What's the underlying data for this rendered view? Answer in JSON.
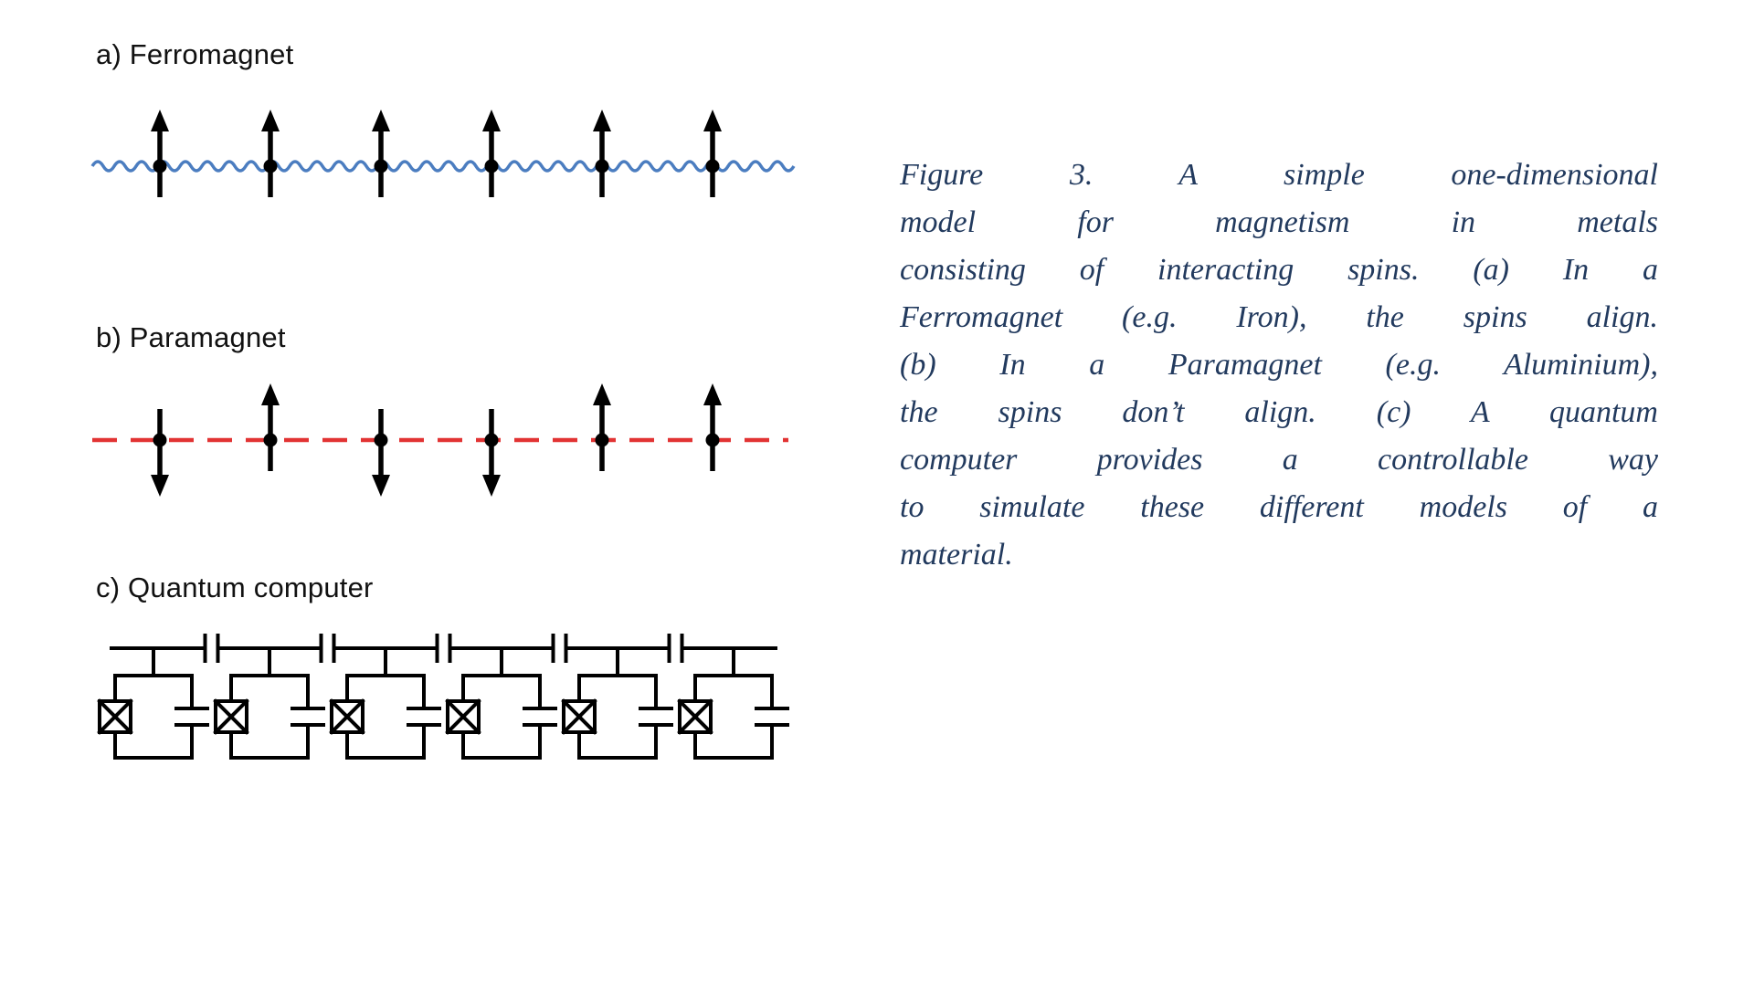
{
  "page": {
    "background": "#ffffff"
  },
  "panels": {
    "a": {
      "label": "a) Ferromagnet",
      "line_style": "wavy",
      "line_color": "#4b7dc0",
      "spin_color": "#000000",
      "spins": [
        "up",
        "up",
        "up",
        "up",
        "up",
        "up"
      ]
    },
    "b": {
      "label": "b) Paramagnet",
      "line_style": "dashed",
      "line_color": "#e23333",
      "spin_color": "#000000",
      "spins": [
        "down",
        "up",
        "down",
        "down",
        "up",
        "up"
      ]
    },
    "c": {
      "label": "c) Quantum computer",
      "qubit_count": 6,
      "wire_color": "#000000",
      "components": [
        "josephson-junction",
        "shunt-capacitor",
        "coupling-capacitor"
      ]
    }
  },
  "caption": {
    "color": "#223a5e",
    "lines": [
      "Figure 3. A simple one-dimensional",
      "model for magnetism in metals",
      "consisting of interacting spins. (a) In a",
      "Ferromagnet (e.g. Iron), the spins align.",
      "(b) In a Paramagnet (e.g. Aluminium),",
      "the spins don’t align. (c) A quantum",
      "computer provides a controllable way",
      "to simulate these different models of a",
      "material."
    ],
    "text": "Figure 3. A simple one-dimensional model for magnetism in metals consisting of interacting spins. (a) In a Ferromagnet (e.g. Iron), the spins align. (b) In a Paramagnet (e.g. Aluminium), the spins don’t align. (c) A quantum computer provides a controllable way to simulate these different models of a material."
  }
}
